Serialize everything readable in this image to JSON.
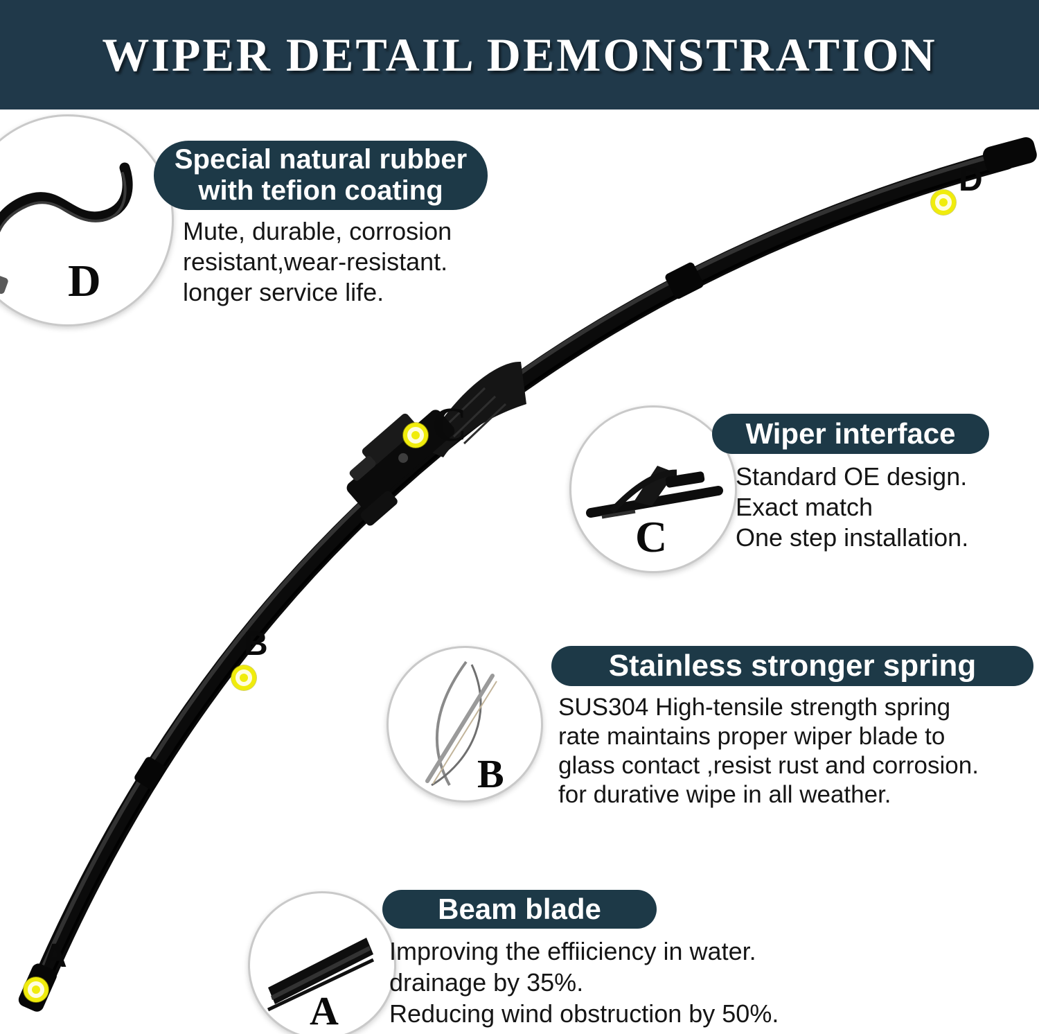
{
  "header": {
    "title": "WIPER DETAIL DEMONSTRATION"
  },
  "callouts": {
    "rubber": {
      "letter": "D",
      "heading_line1": "Special natural rubber",
      "heading_line2": "with tefion coating",
      "body": [
        "Mute, durable, corrosion",
        "resistant,wear-resistant.",
        "longer service life."
      ]
    },
    "interface": {
      "letter": "C",
      "heading": "Wiper interface",
      "body": [
        "Standard OE design.",
        "Exact match",
        "One step installation."
      ]
    },
    "spring": {
      "letter": "B",
      "heading": "Stainless stronger spring",
      "body": [
        "SUS304 High-tensile strength spring",
        "rate maintains proper wiper blade to",
        "glass contact ,resist rust and corrosion.",
        "for durative wipe in all weather."
      ]
    },
    "beam": {
      "letter": "A",
      "heading": "Beam blade",
      "body": [
        "Improving the effiiciency in water.",
        "drainage by 35%.",
        "Reducing wind obstruction by 50%."
      ]
    }
  },
  "blade_labels": {
    "a": "A",
    "b": "B",
    "c": "C",
    "d": "D"
  },
  "colors": {
    "header_bg": "#20394a",
    "pill_bg": "#1d3947",
    "marker_yellow": "#f0ec0c",
    "blade_black": "#0b0b0b",
    "body_text": "#151515"
  }
}
